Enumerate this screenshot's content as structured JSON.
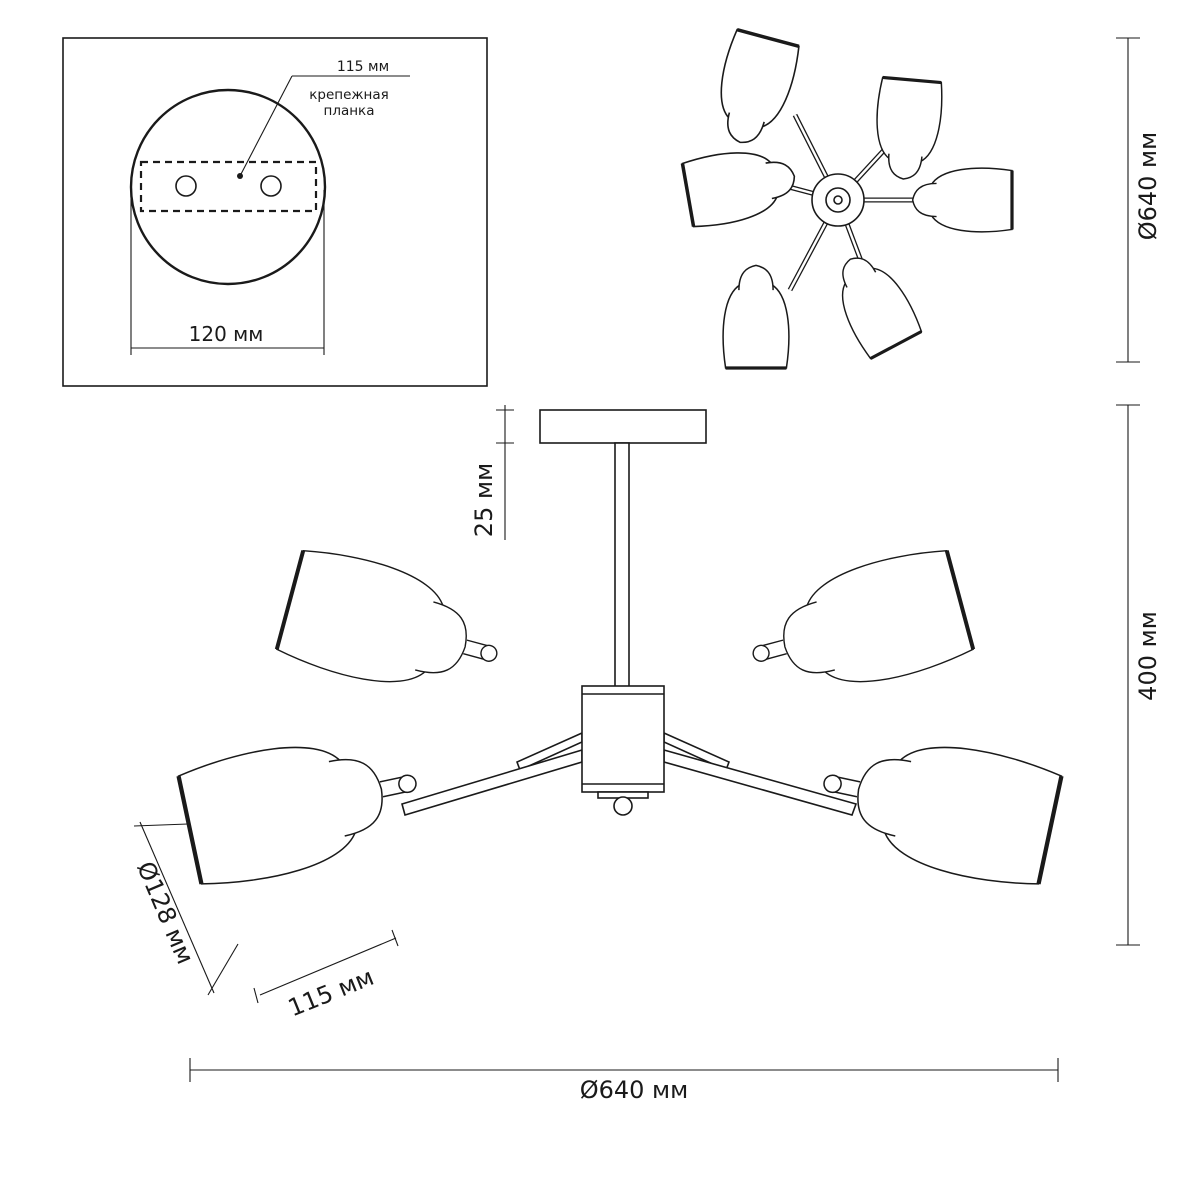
{
  "diagram": {
    "mount_plate": {
      "plate_length_label": "115 мм",
      "bracket_label_line1": "крепежная",
      "bracket_label_line2": "планка",
      "diameter_label": "120 мм"
    },
    "top_view": {
      "diameter_label": "Ø640 мм"
    },
    "side_view": {
      "canopy_height_label": "25 мм",
      "total_height_label": "400 мм",
      "shade_diameter_label": "Ø128 мм",
      "shade_height_label": "115 мм",
      "total_diameter_label": "Ø640 мм"
    }
  }
}
